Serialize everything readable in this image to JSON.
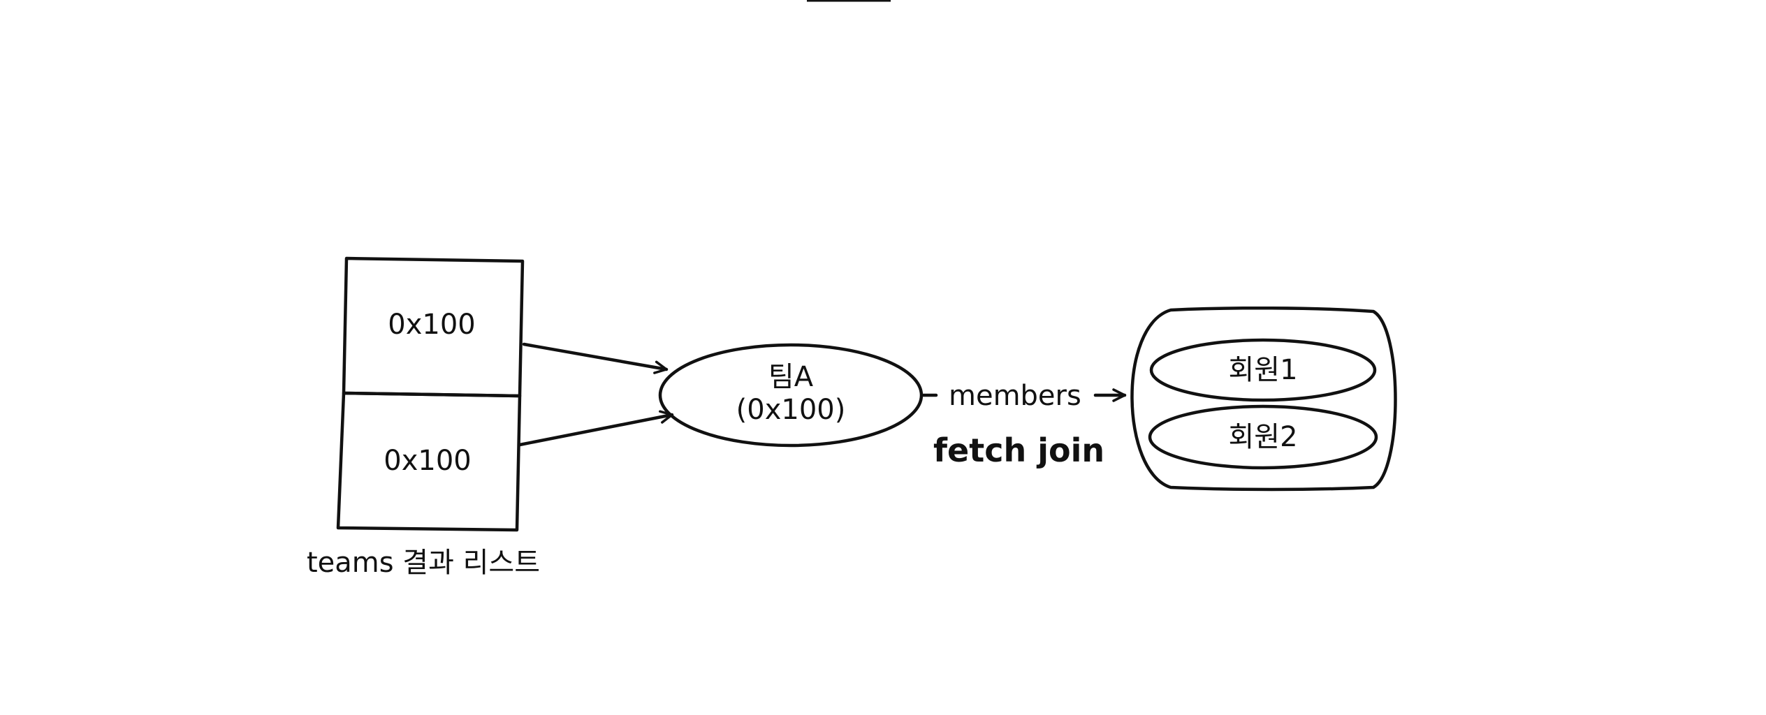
{
  "list": {
    "cells": [
      "0x100",
      "0x100"
    ],
    "caption": "teams 결과 리스트"
  },
  "team": {
    "line1": "팀A",
    "line2": "(0x100)"
  },
  "relation": {
    "field": "members",
    "mode": "fetch join"
  },
  "members_collection": {
    "items": [
      "회원1",
      "회원2"
    ]
  },
  "colors": {
    "line": "#111111",
    "background": "#ffffff"
  }
}
